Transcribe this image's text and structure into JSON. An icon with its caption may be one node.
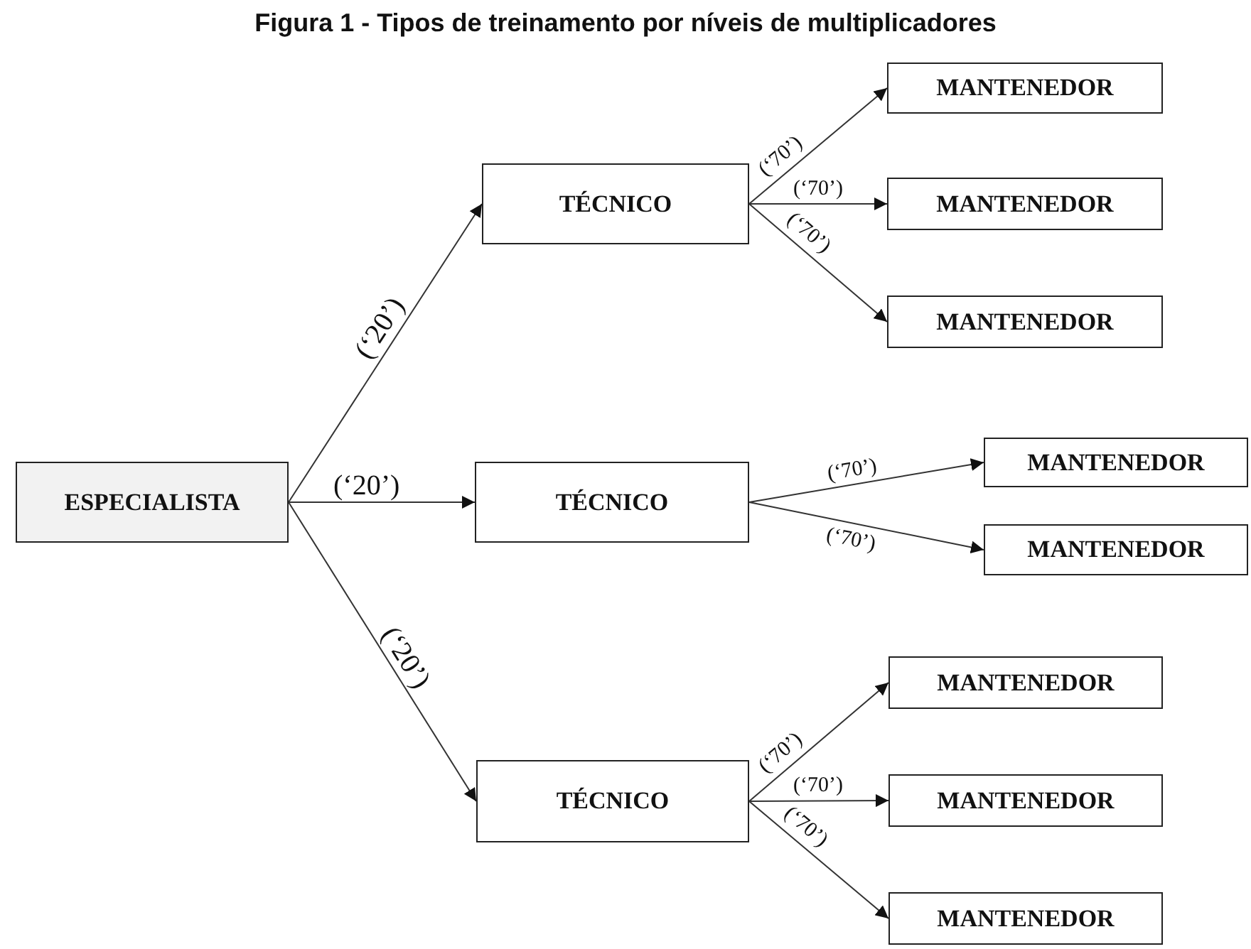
{
  "diagram": {
    "title": "Figura 1 - Tipos de treinamento por níveis de multiplicadores",
    "nodes": [
      {
        "text": [
          "ESPECIALISTA"
        ]
      },
      {
        "text": [
          "TÉCNICO"
        ]
      },
      {
        "text": [
          "TÉCNICO"
        ]
      },
      {
        "text": [
          "TÉCNICO"
        ]
      },
      {
        "text": [
          "MANTENEDOR"
        ]
      },
      {
        "text": [
          "MANTENEDOR"
        ]
      },
      {
        "text": [
          "MANTENEDOR"
        ]
      },
      {
        "text": [
          "MANTENEDOR"
        ]
      },
      {
        "text": [
          "MANTENEDOR"
        ]
      },
      {
        "text": [
          "MANTENEDOR"
        ]
      },
      {
        "text": [
          "MANTENEDOR"
        ]
      },
      {
        "text": [
          "MANTENEDOR"
        ]
      }
    ],
    "edges": [
      {
        "from": 0,
        "to": 1,
        "arrow": "to",
        "label": "(‘20’)"
      },
      {
        "from": 0,
        "to": 2,
        "arrow": "to",
        "label": "(‘20’)"
      },
      {
        "from": 0,
        "to": 3,
        "arrow": "to",
        "label": "(‘20’)"
      },
      {
        "from": 1,
        "to": 4,
        "arrow": "to",
        "label": "(‘70’)"
      },
      {
        "from": 1,
        "to": 5,
        "arrow": "to",
        "label": "(‘70’)"
      },
      {
        "from": 1,
        "to": 6,
        "arrow": "to",
        "label": "(‘70’)"
      },
      {
        "from": 2,
        "to": 7,
        "arrow": "to",
        "label": "(‘70’)"
      },
      {
        "from": 2,
        "to": 8,
        "arrow": "to",
        "label": "(‘70’)"
      },
      {
        "from": 3,
        "to": 9,
        "arrow": "to",
        "label": "(‘70’)"
      },
      {
        "from": 3,
        "to": 10,
        "arrow": "to",
        "label": "(‘70’)"
      },
      {
        "from": 3,
        "to": 11,
        "arrow": "to",
        "label": "(‘70’)"
      }
    ]
  }
}
